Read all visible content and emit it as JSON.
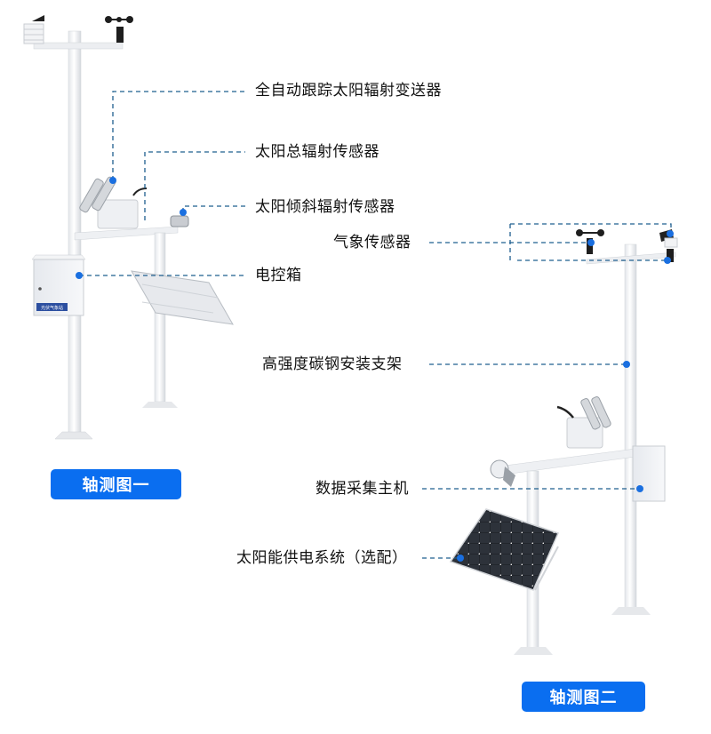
{
  "diagram1": {
    "badge": "轴测图一",
    "labels": {
      "tracker": "全自动跟踪太阳辐射变送器",
      "total": "太阳总辐射传感器",
      "tilt": "太阳倾斜辐射传感器",
      "cabinet": "电控箱"
    },
    "cabinet_plate": "光伏气象站"
  },
  "diagram2": {
    "badge": "轴测图二",
    "labels": {
      "weather": "气象传感器",
      "bracket": "高强度碳钢安装支架",
      "host": "数据采集主机",
      "solar": "太阳能供电系统（选配）"
    }
  },
  "colors": {
    "accent": "#0a6ef0",
    "leader": "#1f5f8f",
    "dot": "#1a6fe0"
  }
}
